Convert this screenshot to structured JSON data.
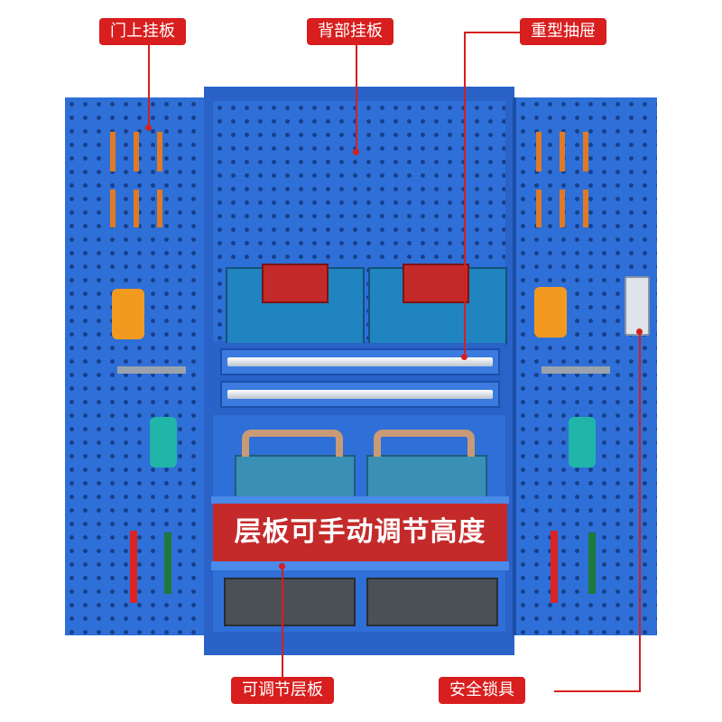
{
  "labels": {
    "door_pegboard": "门上挂板",
    "back_pegboard": "背部挂板",
    "heavy_drawer": "重型抽屉",
    "adjustable_shelf": "可调节层板",
    "safety_lock": "安全锁具"
  },
  "banner": "层板可手动调节高度",
  "colors": {
    "cabinet_blue": "#2f6fd8",
    "cabinet_dark": "#1d4fa8",
    "label_red": "#d81e1e",
    "bin_red": "#c42a2a"
  }
}
